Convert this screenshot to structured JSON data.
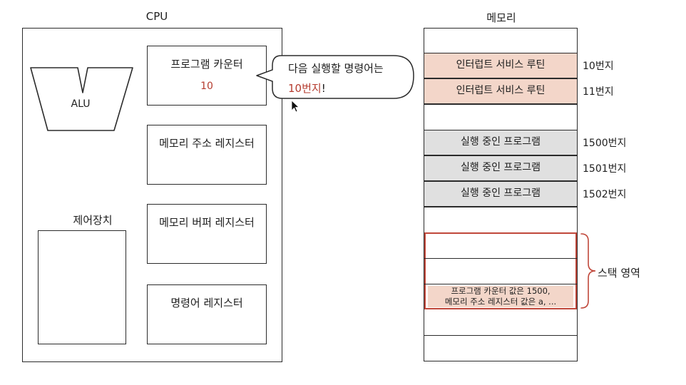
{
  "cpu": {
    "title": "CPU",
    "alu_label": "ALU",
    "control_unit_label": "제어장치",
    "registers": [
      {
        "name": "프로그램 카운터",
        "value": "10"
      },
      {
        "name": "메모리 주소 레지스터",
        "value": ""
      },
      {
        "name": "메모리 버퍼 레지스터",
        "value": ""
      },
      {
        "name": "명령어 레지스터",
        "value": ""
      }
    ]
  },
  "bubble": {
    "line1": "다음 실행할 명령어는",
    "line2_highlight": "10번지",
    "line2_rest": "!"
  },
  "memory": {
    "title": "메모리",
    "cells": [
      {
        "text": "인터럽트 서비스 루틴",
        "address": "10번지"
      },
      {
        "text": "인터럽트 서비스 루틴",
        "address": "11번지"
      },
      {
        "text": "실행 중인 프로그램",
        "address": "1500번지"
      },
      {
        "text": "실행 중인 프로그램",
        "address": "1501번지"
      },
      {
        "text": "실행 중인 프로그램",
        "address": "1502번지"
      }
    ],
    "stack_label": "스택 영역",
    "stack_note_line1": "프로그램 카운터 값은 1500,",
    "stack_note_line2": "메모리 주소 레지스터 값은 a, ..."
  },
  "colors": {
    "isr_fill": "#f3d6c9",
    "program_fill": "#e0e0e0",
    "stack_border": "#c0473a",
    "highlight_text": "#b53c2f"
  }
}
